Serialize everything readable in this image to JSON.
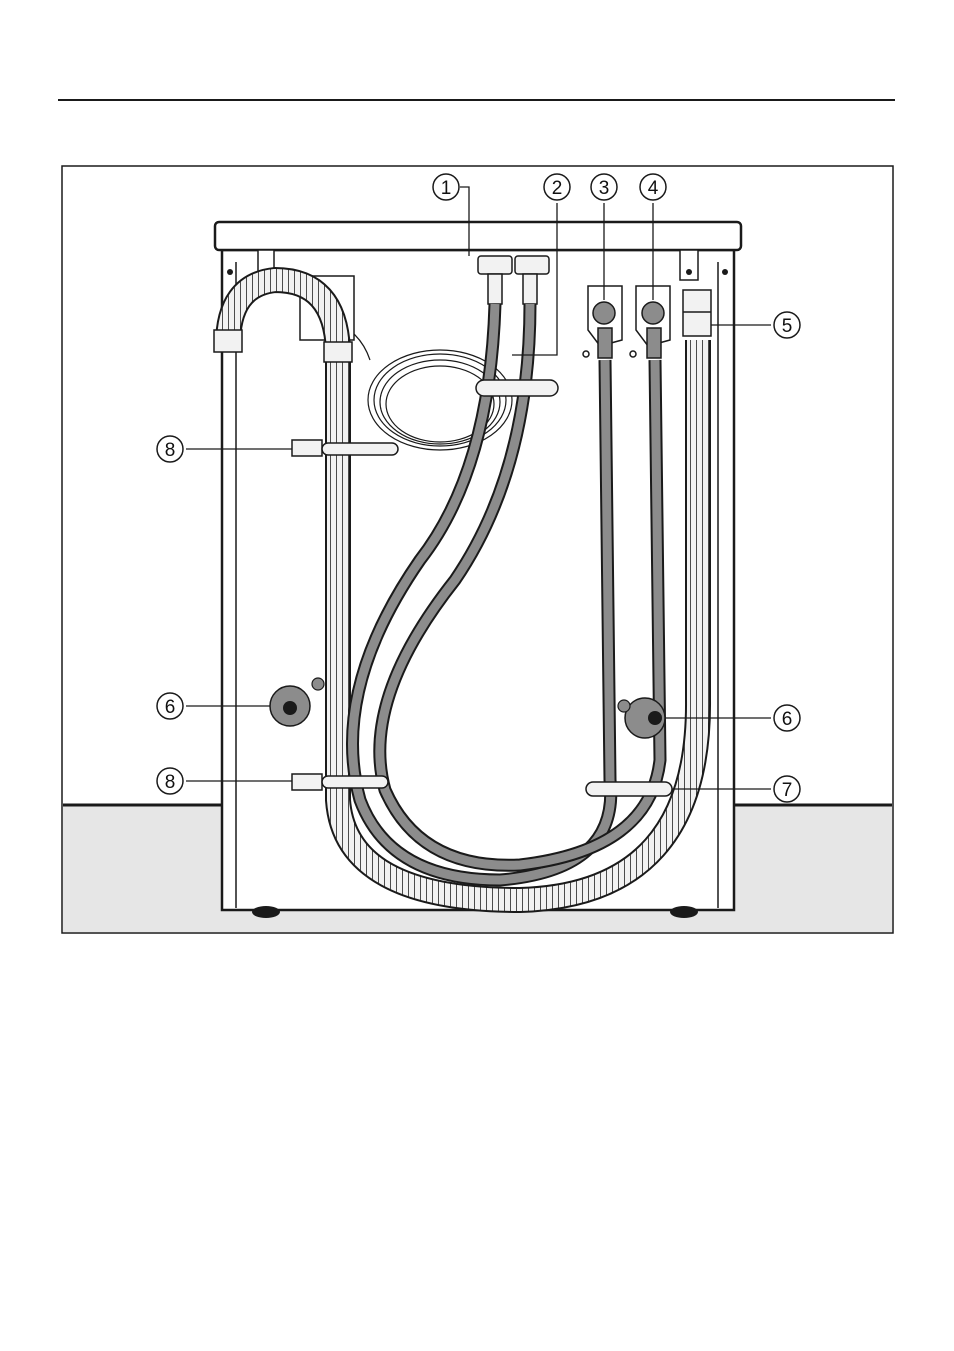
{
  "figure": {
    "callouts": [
      {
        "id": "1",
        "label": "1"
      },
      {
        "id": "2",
        "label": "2"
      },
      {
        "id": "3",
        "label": "3"
      },
      {
        "id": "4",
        "label": "4"
      },
      {
        "id": "5",
        "label": "5"
      },
      {
        "id": "6a",
        "label": "6"
      },
      {
        "id": "6b",
        "label": "6"
      },
      {
        "id": "7",
        "label": "7"
      },
      {
        "id": "8a",
        "label": "8"
      },
      {
        "id": "8b",
        "label": "8"
      }
    ]
  },
  "colors": {
    "ink": "#1a1a1a",
    "hose_grey": "#8c8c8c",
    "floor_grey": "#e6e6e6",
    "panel_white": "#ffffff"
  }
}
